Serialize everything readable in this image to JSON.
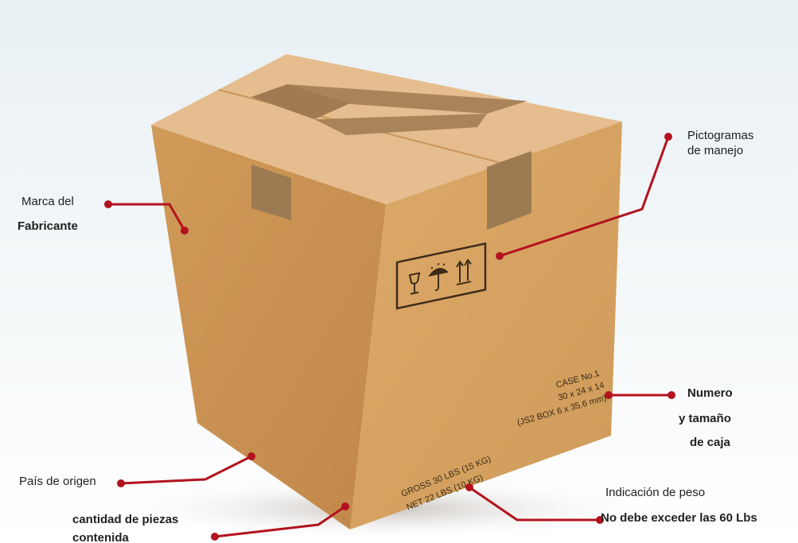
{
  "colors": {
    "box_front": "#d8a464",
    "box_side": "#c58f4f",
    "box_top": "#e8c093",
    "tape": "#a8835a",
    "leader": "#b3121f",
    "background_top": "#e9f1f5"
  },
  "labels": {
    "marca": [
      "Marca del",
      "Fabricante"
    ],
    "pictogramas": [
      "Pictogramas",
      "de manejo"
    ],
    "numero": [
      "Numero",
      "y tamaño",
      "de caja"
    ],
    "pais": "País de origen",
    "peso": "Indicación de peso",
    "excede": "No debe exceder las 60 Lbs",
    "cantidad": [
      "cantidad de piezas",
      "contenida"
    ]
  },
  "box_markings": {
    "case_lines": [
      "CASE No.1",
      "30 x 24 x 14",
      "(JS2 BOX 6 x 35.6 mm)"
    ],
    "weight_lines": [
      "GROSS 30 LBS (15 KG)",
      "NET    22 LBS (10 KG)"
    ]
  },
  "icons": [
    "fragile-glass-icon",
    "keep-dry-umbrella-icon",
    "this-way-up-arrows-icon"
  ]
}
